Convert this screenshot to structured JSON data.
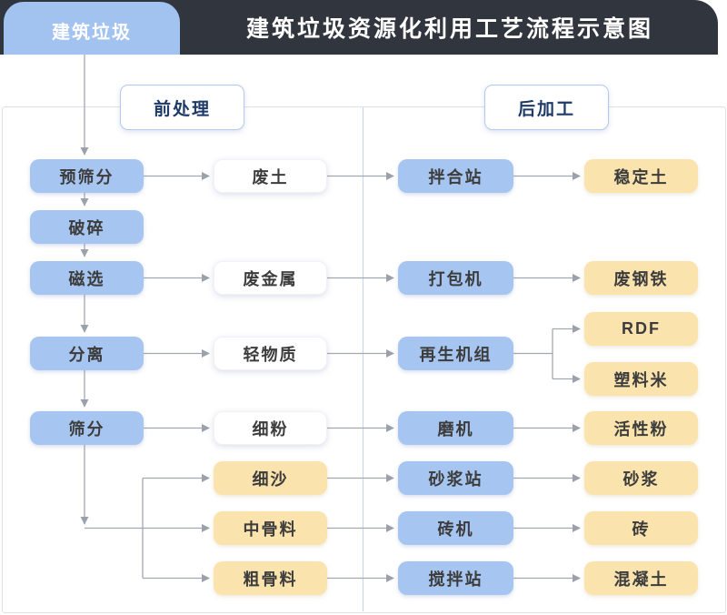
{
  "header": {
    "badge": "建筑垃圾",
    "title": "建筑垃圾资源化利用工艺流程示意图"
  },
  "sections": {
    "pre": "前处理",
    "post": "后加工"
  },
  "boxes": {
    "pre_screen": "预筛分",
    "crush": "破碎",
    "magnetic": "磁选",
    "separate": "分离",
    "screen": "筛分",
    "waste_soil": "废土",
    "waste_metal": "废金属",
    "light_material": "轻物质",
    "fine_powder": "细粉",
    "fine_sand": "细沙",
    "medium_aggregate": "中骨料",
    "coarse_aggregate": "粗骨料",
    "mixing_station": "拌合站",
    "baler": "打包机",
    "regen_unit": "再生机组",
    "mill": "磨机",
    "mortar_station": "砂浆站",
    "brick_machine": "砖机",
    "agitation_station": "搅拌站",
    "stabilized_soil": "稳定土",
    "scrap_steel": "废钢铁",
    "rdf": "RDF",
    "plastic_pellets": "塑料米",
    "active_powder": "活性粉",
    "mortar": "砂浆",
    "brick": "砖",
    "concrete": "混凝土"
  },
  "edges": [
    {
      "from": "建筑垃圾",
      "to": "预筛分"
    },
    {
      "from": "预筛分",
      "to": "破碎"
    },
    {
      "from": "破碎",
      "to": "磁选"
    },
    {
      "from": "磁选",
      "to": "分离"
    },
    {
      "from": "分离",
      "to": "筛分"
    },
    {
      "from": "预筛分",
      "to": "废土"
    },
    {
      "from": "磁选",
      "to": "废金属"
    },
    {
      "from": "分离",
      "to": "轻物质"
    },
    {
      "from": "筛分",
      "to": "细粉"
    },
    {
      "from": "筛分",
      "to": "细沙"
    },
    {
      "from": "筛分",
      "to": "中骨料"
    },
    {
      "from": "筛分",
      "to": "粗骨料"
    },
    {
      "from": "废土",
      "to": "拌合站"
    },
    {
      "from": "废金属",
      "to": "打包机"
    },
    {
      "from": "轻物质",
      "to": "再生机组"
    },
    {
      "from": "细粉",
      "to": "磨机"
    },
    {
      "from": "细沙",
      "to": "砂浆站"
    },
    {
      "from": "中骨料",
      "to": "砖机"
    },
    {
      "from": "粗骨料",
      "to": "搅拌站"
    },
    {
      "from": "拌合站",
      "to": "稳定土"
    },
    {
      "from": "打包机",
      "to": "废钢铁"
    },
    {
      "from": "再生机组",
      "to": "RDF"
    },
    {
      "from": "再生机组",
      "to": "塑料米"
    },
    {
      "from": "磨机",
      "to": "活性粉"
    },
    {
      "from": "砂浆站",
      "to": "砂浆"
    },
    {
      "from": "砖机",
      "to": "砖"
    },
    {
      "from": "搅拌站",
      "to": "混凝土"
    }
  ],
  "colors": {
    "header_bg": "#31353e",
    "badge_bg": "#a2c2f0",
    "process_blue": "#a6c5f0",
    "output_yellow": "#fae3ad",
    "intermediate_white": "#ffffff",
    "accent_navy": "#1f3a68",
    "connector_gray": "#a3a7af",
    "panel_border": "#dde0ec",
    "divider": "#c7d3ea"
  }
}
